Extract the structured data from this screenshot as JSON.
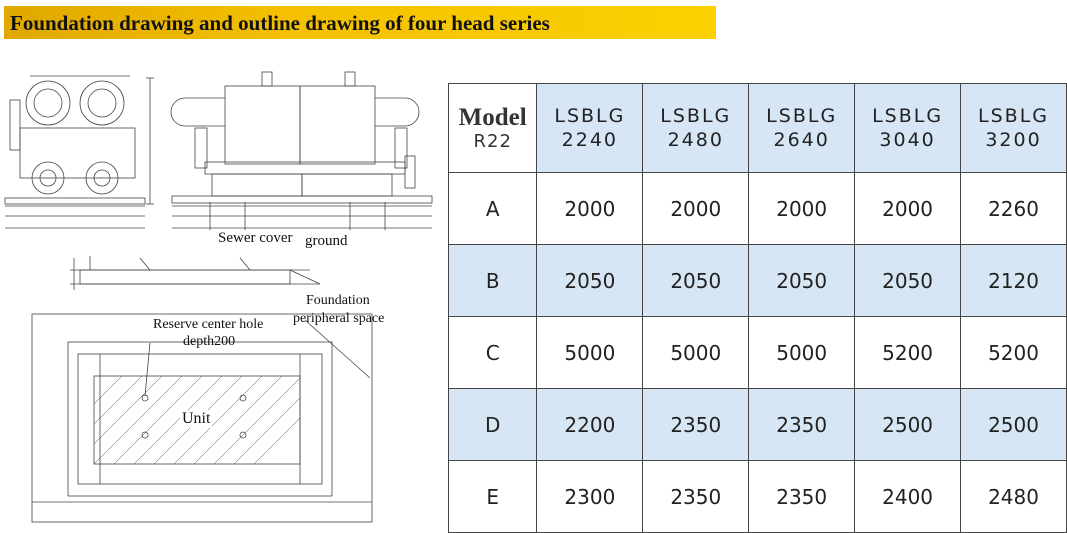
{
  "title": "Foundation drawing and outline drawing of four head series",
  "drawing_labels": {
    "sewer_cover": "Sewer cover",
    "ground": "ground",
    "foundation_line1": "Foundation",
    "foundation_line2": "peripheral space",
    "reserve_line1": "Reserve center hole",
    "reserve_line2": "depth200",
    "unit": "Unit"
  },
  "table": {
    "model_label": "Model",
    "refrigerant": "R22",
    "models": [
      {
        "line1": "LSBLG",
        "line2": "2240"
      },
      {
        "line1": "LSBLG",
        "line2": "2480"
      },
      {
        "line1": "LSBLG",
        "line2": "2640"
      },
      {
        "line1": "LSBLG",
        "line2": "3040"
      },
      {
        "line1": "LSBLG",
        "line2": "3200"
      }
    ],
    "rows": [
      {
        "label": "A",
        "values": [
          "2000",
          "2000",
          "2000",
          "2000",
          "2260"
        ]
      },
      {
        "label": "B",
        "values": [
          "2050",
          "2050",
          "2050",
          "2050",
          "2120"
        ]
      },
      {
        "label": "C",
        "values": [
          "5000",
          "5000",
          "5000",
          "5200",
          "5200"
        ]
      },
      {
        "label": "D",
        "values": [
          "2200",
          "2350",
          "2350",
          "2500",
          "2500"
        ]
      },
      {
        "label": "E",
        "values": [
          "2300",
          "2350",
          "2350",
          "2400",
          "2480"
        ]
      }
    ]
  },
  "colors": {
    "title_bar": "#f4c000",
    "cell_blue": "#d7e6f5",
    "grid": "#444444"
  }
}
